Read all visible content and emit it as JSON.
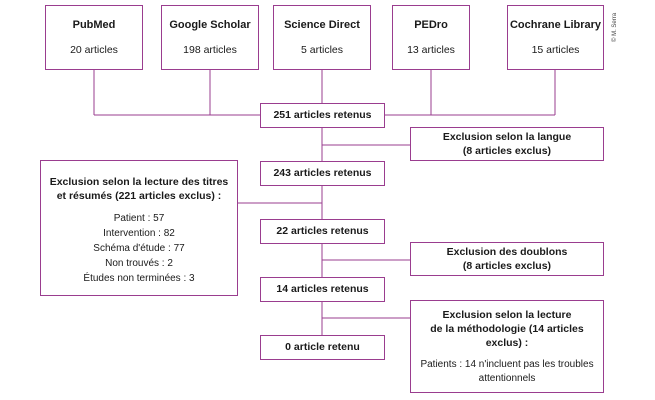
{
  "sources": [
    {
      "name": "PubMed",
      "count": "20 articles"
    },
    {
      "name": "Google Scholar",
      "count": "198 articles"
    },
    {
      "name": "Science Direct",
      "count": "5 articles"
    },
    {
      "name": "PEDro",
      "count": "13 articles"
    },
    {
      "name": "Cochrane Library",
      "count": "15 articles"
    }
  ],
  "steps": [
    "251 articles retenus",
    "243 articles retenus",
    "22 articles retenus",
    "14 articles retenus",
    "0 article retenu"
  ],
  "exclusions": {
    "langue": {
      "title": "Exclusion selon la langue",
      "detail": "(8 articles exclus)"
    },
    "titres": {
      "title_line1": "Exclusion selon la lecture des titres",
      "title_line2": "et résumés (221 articles exclus) :",
      "reasons": [
        "Patient : 57",
        "Intervention : 82",
        "Schéma d'étude : 77",
        "Non trouvés : 2",
        "Études non terminées : 3"
      ]
    },
    "doublons": {
      "title": "Exclusion des doublons",
      "detail": "(8 articles exclus)"
    },
    "methodologie": {
      "title_line1": "Exclusion selon la lecture",
      "title_line2": "de la méthodologie (14 articles exclus) :",
      "detail_line1": "Patients : 14 n'incluent pas les troubles",
      "detail_line2": "attentionnels"
    }
  },
  "copyright": "© M. Serra",
  "colors": {
    "border": "#9a3d8f",
    "text": "#1a1a1a"
  }
}
